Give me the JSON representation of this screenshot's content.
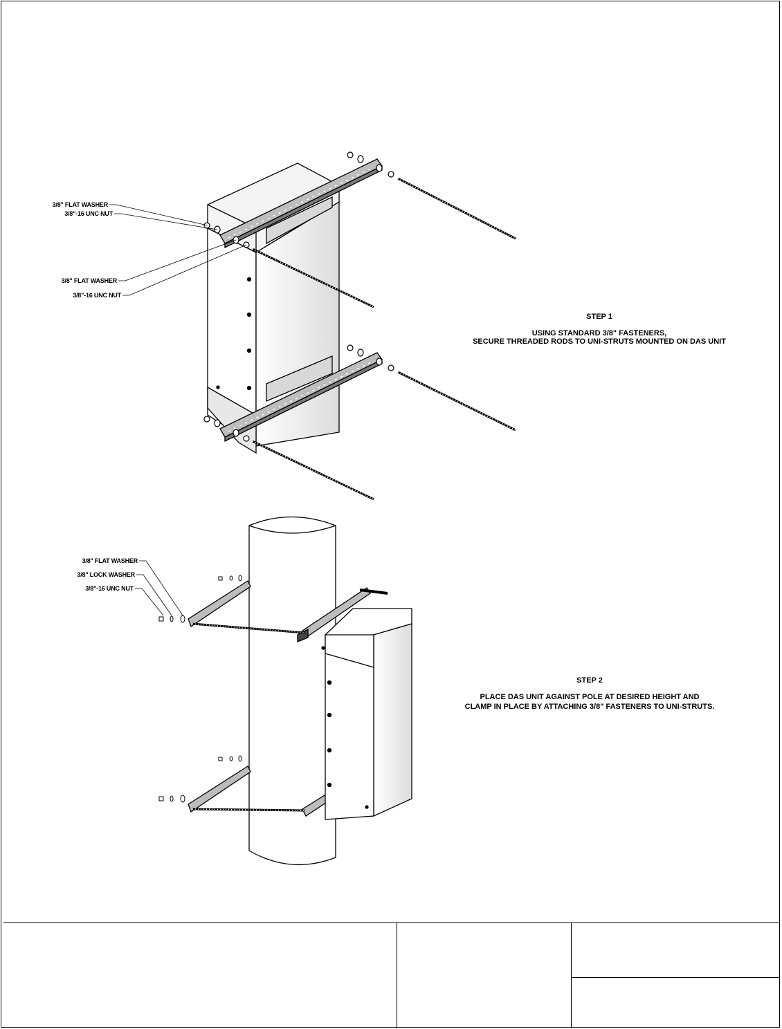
{
  "step1": {
    "title": "STEP 1",
    "line1": "USING STANDARD 3/8\" FASTENERS,",
    "line2": "SECURE THREADED RODS TO UNI-STRUTS MOUNTED ON DAS UNIT",
    "callouts": [
      "3/8\" FLAT WASHER",
      "3/8\"-16 UNC NUT",
      "3/8\" FLAT WASHER",
      "3/8\"-16 UNC NUT"
    ]
  },
  "step2": {
    "title": "STEP 2",
    "line1": "PLACE DAS UNIT AGAINST POLE AT DESIRED HEIGHT AND",
    "line2": "CLAMP IN PLACE BY ATTACHING 3/8\" FASTENERS TO UNI-STRUTS.",
    "callouts": [
      "3/8\" FLAT WASHER",
      "3/8\" LOCK WASHER",
      "3/8\"-16 UNC NUT"
    ]
  },
  "colors": {
    "line": "#000000",
    "paper": "#ffffff",
    "shade": "#e6e6e6"
  }
}
